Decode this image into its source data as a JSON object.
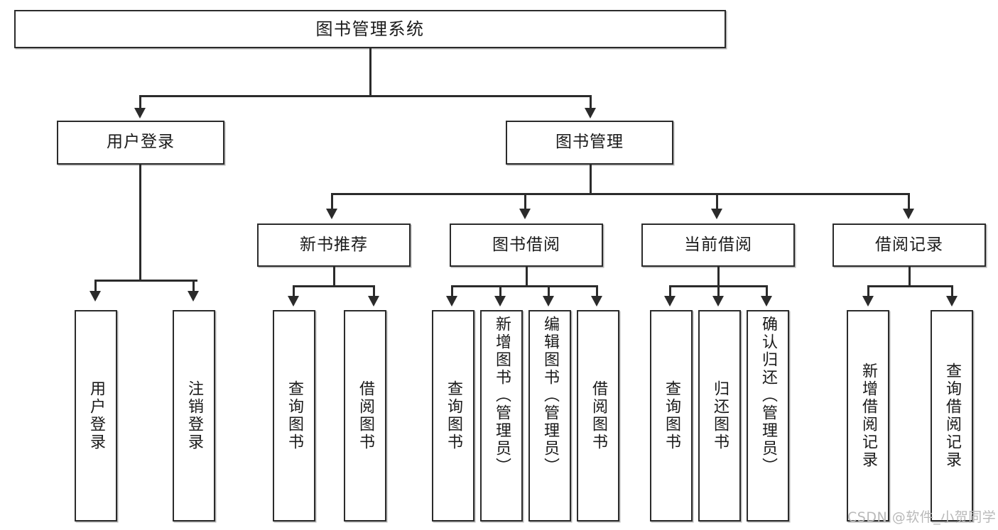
{
  "diagram": {
    "type": "tree-hierarchy-chart",
    "title": "图书管理系统",
    "root": {
      "id": "root",
      "label": "图书管理系统"
    },
    "level2": [
      {
        "id": "user-login",
        "label": "用户登录"
      },
      {
        "id": "book-manage",
        "label": "图书管理"
      }
    ],
    "level3": [
      {
        "id": "new-book-recommend",
        "label": "新书推荐"
      },
      {
        "id": "book-borrow",
        "label": "图书借阅"
      },
      {
        "id": "current-borrow",
        "label": "当前借阅"
      },
      {
        "id": "borrow-record",
        "label": "借阅记录"
      }
    ],
    "leaves": [
      {
        "id": "leaf-user-login",
        "label": "用户登录"
      },
      {
        "id": "leaf-logout-login",
        "label": "注销登录"
      },
      {
        "id": "leaf-query-book-1",
        "label": "查询图书"
      },
      {
        "id": "leaf-borrow-book-1",
        "label": "借阅图书"
      },
      {
        "id": "leaf-query-book-2",
        "label": "查询图书"
      },
      {
        "id": "leaf-add-book-admin",
        "label": "新增图书（管理员）"
      },
      {
        "id": "leaf-edit-book-admin",
        "label": "编辑图书（管理员）"
      },
      {
        "id": "leaf-borrow-book-2",
        "label": "借阅图书"
      },
      {
        "id": "leaf-query-book-3",
        "label": "查询图书"
      },
      {
        "id": "leaf-return-book",
        "label": "归还图书"
      },
      {
        "id": "leaf-confirm-return-admin",
        "label": "确认归还（管理员）"
      },
      {
        "id": "leaf-add-borrow-record",
        "label": "新增借阅记录"
      },
      {
        "id": "leaf-query-borrow-record",
        "label": "查询借阅记录"
      }
    ],
    "colors": {
      "stroke": "#2b2b2b",
      "fill": "#ffffff",
      "text": "#1a1a1a",
      "watermark": "#b9b9b9"
    }
  },
  "watermark": {
    "text": "CSDN @软件_小贺同学"
  }
}
